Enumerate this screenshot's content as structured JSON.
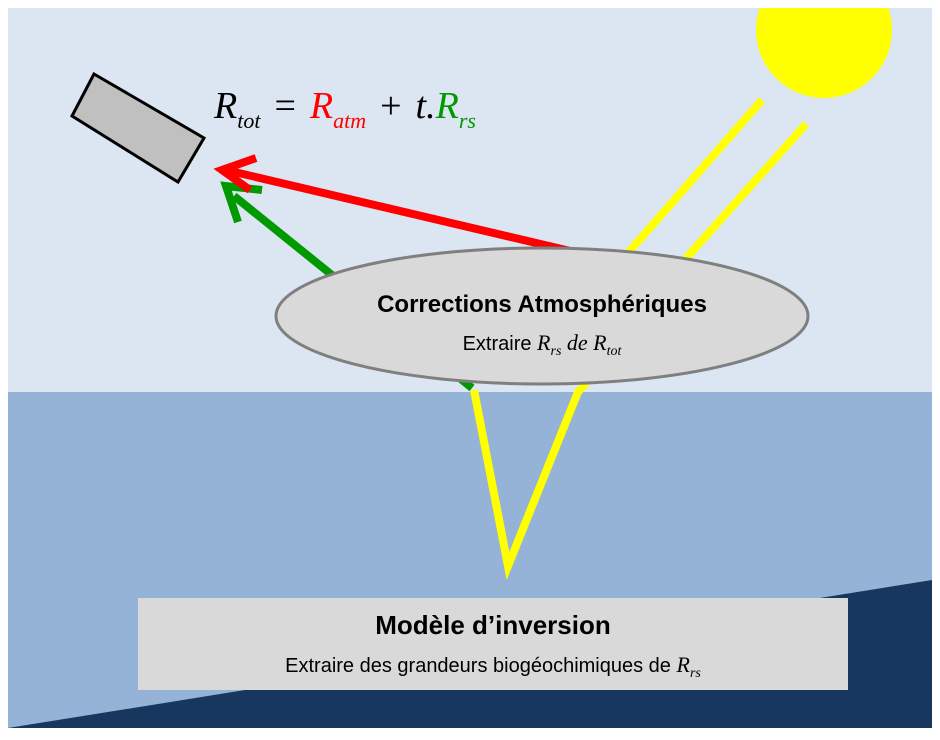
{
  "equation": {
    "lhs": "R",
    "lhs_sub": "tot",
    "equals": "=",
    "term1": "R",
    "term1_sub": "atm",
    "plus": "+",
    "term2_prefix": "t.",
    "term2": "R",
    "term2_sub": "rs"
  },
  "atmospheric_box": {
    "title": "Corrections Atmosphériques",
    "subtitle_text": "Extraire ",
    "subtitle_r1": "R",
    "subtitle_r1_sub": "rs",
    "subtitle_mid": " de ",
    "subtitle_r2": "R",
    "subtitle_r2_sub": "tot"
  },
  "inversion_box": {
    "title": "Modèle d’inversion",
    "subtitle_text": "Extraire des grandeurs biogéochimiques de ",
    "subtitle_r": "R",
    "subtitle_r_sub": "rs"
  },
  "colors": {
    "sky": "#dce6f2",
    "water": "#95b3d7",
    "seafloor": "#17375e",
    "sun": "#ffff00",
    "red_arrow": "#ff0000",
    "green_arrow": "#009900",
    "sensor": "#c0c0c0"
  }
}
